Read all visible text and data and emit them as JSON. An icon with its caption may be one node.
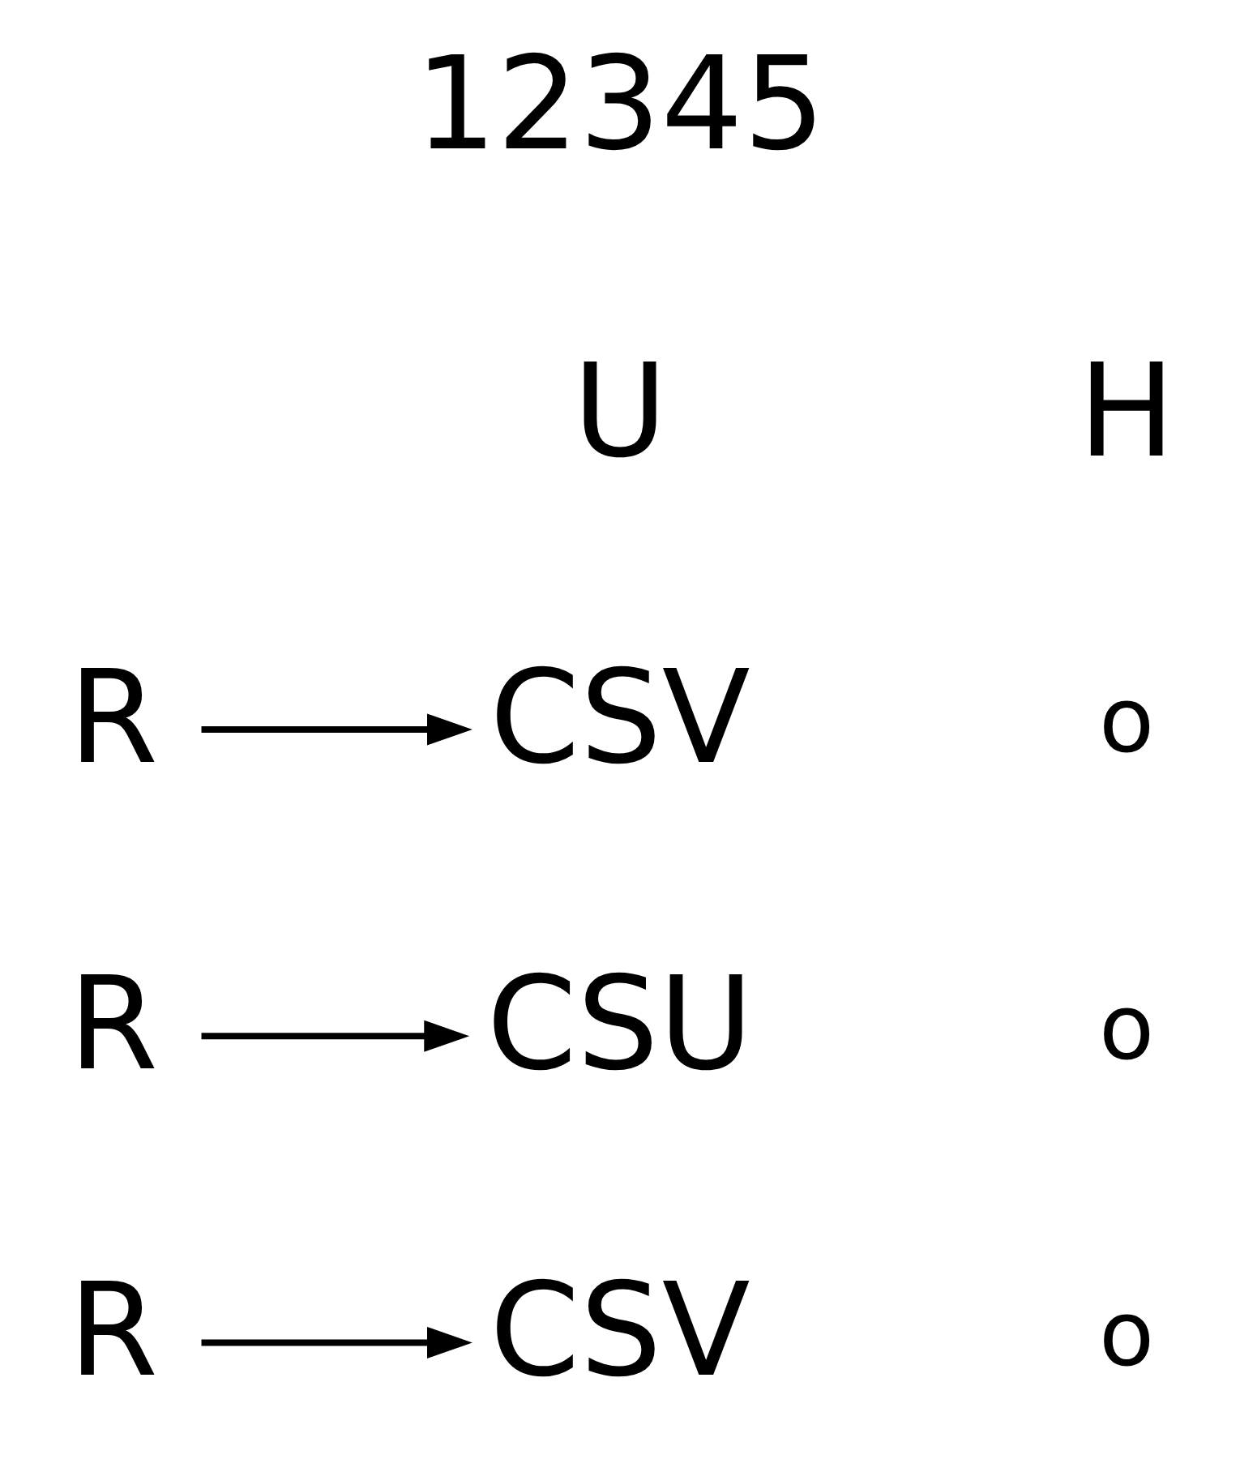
{
  "diagram": {
    "nodes": [
      {
        "text": [
          "R"
        ]
      },
      {
        "text": [
          "CSV"
        ]
      },
      {
        "text": [
          "R"
        ]
      },
      {
        "text": [
          "CSU"
        ]
      },
      {
        "text": [
          "R"
        ]
      },
      {
        "text": [
          "CSV"
        ]
      }
    ],
    "edges": [
      {
        "from": 0,
        "to": 1,
        "arrow": "to"
      },
      {
        "from": 2,
        "to": 3,
        "arrow": "to"
      },
      {
        "from": 4,
        "to": 5,
        "arrow": "to"
      }
    ],
    "labels": [
      "U",
      "H",
      "o",
      "o",
      "o",
      "12345"
    ]
  }
}
